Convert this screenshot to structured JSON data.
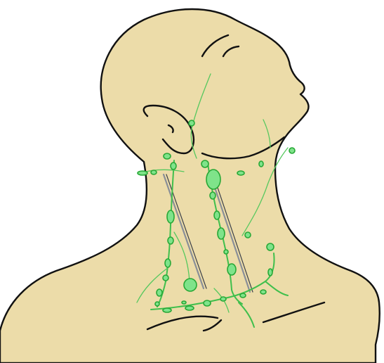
{
  "colors": {
    "skin": "#ecdca9",
    "outline": "#111111",
    "lymph_vessel": "#3fbf4c",
    "lymph_node_fill": "#7fe38a",
    "lymph_node_stroke": "#27a836",
    "muscle_line": "#8a8f98"
  },
  "lymph_nodes": [
    {
      "id": "preauricular",
      "group": "preauricular"
    },
    {
      "id": "parotid-1",
      "group": "parotid"
    },
    {
      "id": "parotid-2",
      "group": "parotid"
    },
    {
      "id": "occipital-1",
      "group": "occipital"
    },
    {
      "id": "occipital-2",
      "group": "occipital"
    },
    {
      "id": "jugulodigastric",
      "group": "deep-cervical"
    },
    {
      "id": "submandibular-1",
      "group": "submandibular"
    },
    {
      "id": "submandibular-2",
      "group": "submandibular"
    },
    {
      "id": "submandibular-3",
      "group": "submandibular"
    },
    {
      "id": "submental",
      "group": "submental"
    },
    {
      "id": "deep-cervical-1",
      "group": "deep-cervical"
    },
    {
      "id": "deep-cervical-2",
      "group": "deep-cervical"
    },
    {
      "id": "deep-cervical-3",
      "group": "deep-cervical"
    },
    {
      "id": "deep-cervical-4",
      "group": "deep-cervical"
    },
    {
      "id": "superficial-cervical-1",
      "group": "superficial-cervical"
    },
    {
      "id": "superficial-cervical-2",
      "group": "superficial-cervical"
    },
    {
      "id": "posterior-triangle-1",
      "group": "posterior-triangle"
    },
    {
      "id": "posterior-triangle-2",
      "group": "posterior-triangle"
    },
    {
      "id": "posterior-triangle-3",
      "group": "posterior-triangle"
    },
    {
      "id": "posterior-triangle-4",
      "group": "posterior-triangle"
    },
    {
      "id": "posterior-triangle-5",
      "group": "posterior-triangle"
    },
    {
      "id": "supraclavicular-large",
      "group": "supraclavicular"
    },
    {
      "id": "anterior-cervical-1",
      "group": "anterior-cervical"
    },
    {
      "id": "anterior-cervical-2",
      "group": "anterior-cervical"
    },
    {
      "id": "anterior-cervical-3",
      "group": "anterior-cervical"
    },
    {
      "id": "anterior-cervical-4",
      "group": "anterior-cervical"
    },
    {
      "id": "supraclavicular-1",
      "group": "supraclavicular"
    },
    {
      "id": "supraclavicular-2",
      "group": "supraclavicular"
    },
    {
      "id": "supraclavicular-3",
      "group": "supraclavicular"
    },
    {
      "id": "supraclavicular-4",
      "group": "supraclavicular"
    },
    {
      "id": "supraclavicular-5",
      "group": "supraclavicular"
    },
    {
      "id": "supraclavicular-6",
      "group": "supraclavicular"
    }
  ]
}
